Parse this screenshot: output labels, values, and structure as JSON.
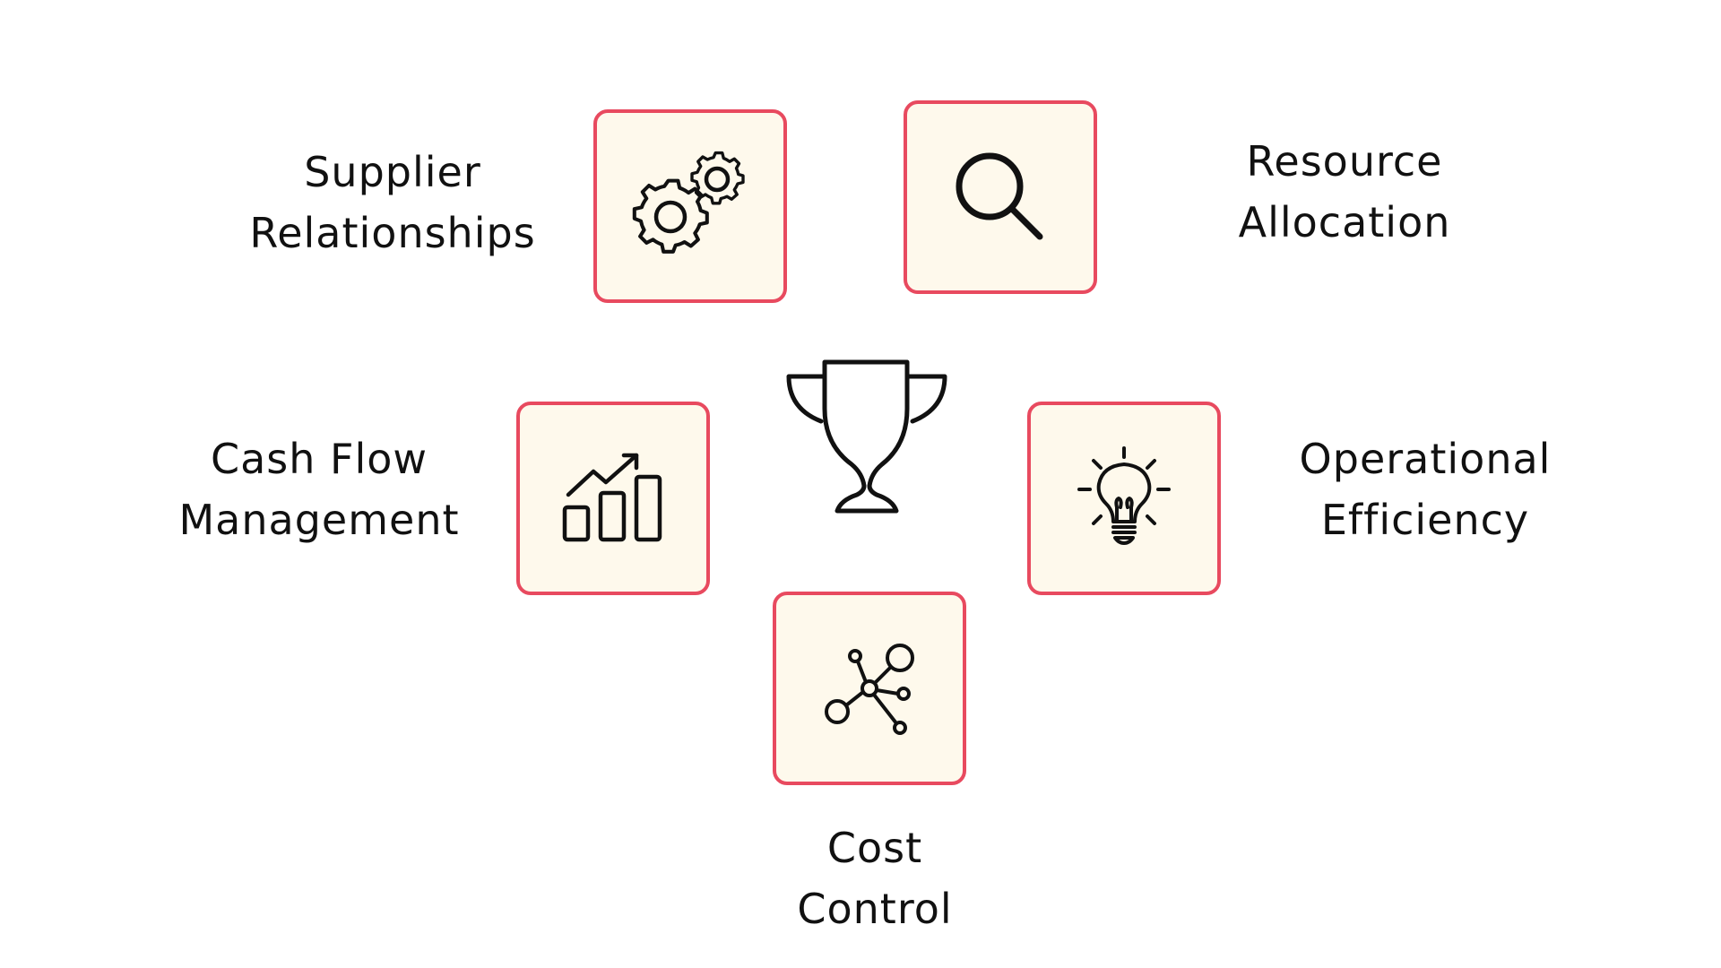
{
  "diagram": {
    "center": {
      "icon": "trophy-icon"
    },
    "items": [
      {
        "id": "supplier",
        "line1": "Supplier",
        "line2": "Relationships",
        "icon": "gears-icon"
      },
      {
        "id": "resource",
        "line1": "Resource",
        "line2": "Allocation",
        "icon": "magnifier-icon"
      },
      {
        "id": "cashflow",
        "line1": "Cash Flow",
        "line2": "Management",
        "icon": "growth-chart-icon"
      },
      {
        "id": "operational",
        "line1": "Operational",
        "line2": "Efficiency",
        "icon": "lightbulb-icon"
      },
      {
        "id": "cost",
        "line1": "Cost",
        "line2": "Control",
        "icon": "network-icon"
      }
    ]
  },
  "colors": {
    "tile_border": "#e84a5f",
    "tile_fill": "#fef9ec",
    "icon_stroke": "#111111",
    "text": "#111111"
  }
}
